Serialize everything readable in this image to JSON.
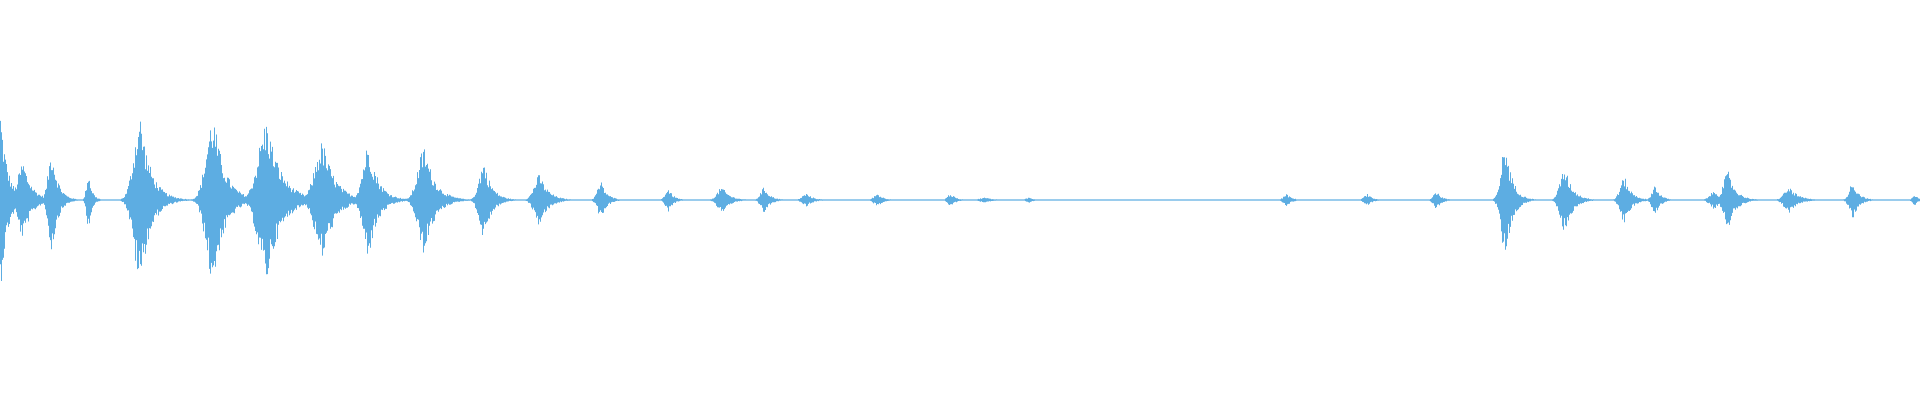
{
  "colors": {
    "waveform": "#5DADE2",
    "background": "#FFFFFF"
  },
  "waveform": {
    "baseline_level": 0.0,
    "events": [
      {
        "t": 0.0,
        "amp": 0.72,
        "w": 0.008
      },
      {
        "t": 0.012,
        "amp": 0.3,
        "w": 0.01
      },
      {
        "t": 0.027,
        "amp": 0.4,
        "w": 0.007
      },
      {
        "t": 0.046,
        "amp": 0.22,
        "w": 0.004
      },
      {
        "t": 0.073,
        "amp": 0.66,
        "w": 0.012
      },
      {
        "t": 0.111,
        "amp": 0.66,
        "w": 0.013
      },
      {
        "t": 0.139,
        "amp": 0.62,
        "w": 0.016
      },
      {
        "t": 0.168,
        "amp": 0.46,
        "w": 0.014
      },
      {
        "t": 0.192,
        "amp": 0.44,
        "w": 0.011
      },
      {
        "t": 0.221,
        "amp": 0.42,
        "w": 0.012
      },
      {
        "t": 0.252,
        "amp": 0.3,
        "w": 0.009
      },
      {
        "t": 0.281,
        "amp": 0.2,
        "w": 0.01
      },
      {
        "t": 0.313,
        "amp": 0.14,
        "w": 0.007
      },
      {
        "t": 0.348,
        "amp": 0.09,
        "w": 0.006
      },
      {
        "t": 0.376,
        "amp": 0.1,
        "w": 0.009
      },
      {
        "t": 0.398,
        "amp": 0.1,
        "w": 0.007
      },
      {
        "t": 0.42,
        "amp": 0.05,
        "w": 0.008
      },
      {
        "t": 0.457,
        "amp": 0.05,
        "w": 0.007
      },
      {
        "t": 0.495,
        "amp": 0.05,
        "w": 0.006
      },
      {
        "t": 0.513,
        "amp": 0.02,
        "w": 0.01
      },
      {
        "t": 0.536,
        "amp": 0.02,
        "w": 0.006
      },
      {
        "t": 0.56,
        "amp": 0.005,
        "w": 0.004
      },
      {
        "t": 0.584,
        "amp": 0.005,
        "w": 0.006
      },
      {
        "t": 0.61,
        "amp": 0.003,
        "w": 0.004
      },
      {
        "t": 0.64,
        "amp": 0.003,
        "w": 0.004
      },
      {
        "t": 0.67,
        "amp": 0.047,
        "w": 0.006
      },
      {
        "t": 0.712,
        "amp": 0.047,
        "w": 0.006
      },
      {
        "t": 0.748,
        "amp": 0.07,
        "w": 0.006
      },
      {
        "t": 0.784,
        "amp": 0.45,
        "w": 0.008
      },
      {
        "t": 0.815,
        "amp": 0.25,
        "w": 0.009
      },
      {
        "t": 0.846,
        "amp": 0.18,
        "w": 0.008
      },
      {
        "t": 0.862,
        "amp": 0.12,
        "w": 0.006
      },
      {
        "t": 0.893,
        "amp": 0.07,
        "w": 0.009
      },
      {
        "t": 0.9,
        "amp": 0.22,
        "w": 0.009
      },
      {
        "t": 0.932,
        "amp": 0.1,
        "w": 0.01
      },
      {
        "t": 0.965,
        "amp": 0.14,
        "w": 0.007
      },
      {
        "t": 0.997,
        "amp": 0.05,
        "w": 0.004
      }
    ]
  }
}
